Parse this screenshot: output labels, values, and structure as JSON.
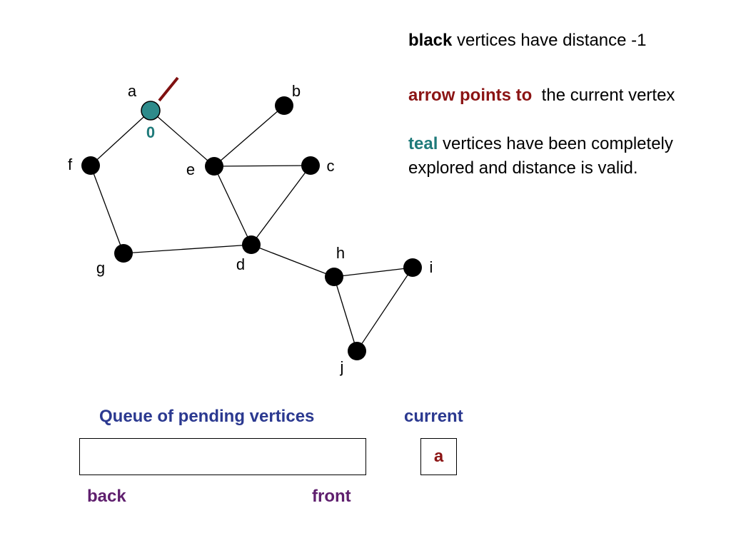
{
  "colors": {
    "vertex_unvisited": "#000000",
    "vertex_explored": "#2E8B8B",
    "pointer": "#7F1010",
    "keyword_red": "#8B1414",
    "keyword_teal": "#1F7A7A",
    "title_blue": "#2B3990",
    "end_purple": "#5F1F6E",
    "edge": "#000000"
  },
  "graph": {
    "vertices": [
      {
        "id": "a",
        "label": "a",
        "state": "explored",
        "distance": "0"
      },
      {
        "id": "b",
        "label": "b",
        "state": "unvisited"
      },
      {
        "id": "c",
        "label": "c",
        "state": "unvisited"
      },
      {
        "id": "d",
        "label": "d",
        "state": "unvisited"
      },
      {
        "id": "e",
        "label": "e",
        "state": "unvisited"
      },
      {
        "id": "f",
        "label": "f",
        "state": "unvisited"
      },
      {
        "id": "g",
        "label": "g",
        "state": "unvisited"
      },
      {
        "id": "h",
        "label": "h",
        "state": "unvisited"
      },
      {
        "id": "i",
        "label": "i",
        "state": "unvisited"
      },
      {
        "id": "j",
        "label": "j",
        "state": "unvisited"
      }
    ],
    "edges": [
      [
        "a",
        "e"
      ],
      [
        "a",
        "f"
      ],
      [
        "b",
        "e"
      ],
      [
        "e",
        "c"
      ],
      [
        "e",
        "d"
      ],
      [
        "c",
        "d"
      ],
      [
        "f",
        "g"
      ],
      [
        "g",
        "d"
      ],
      [
        "d",
        "h"
      ],
      [
        "h",
        "i"
      ],
      [
        "h",
        "j"
      ],
      [
        "i",
        "j"
      ]
    ],
    "current_vertex": "a"
  },
  "legend": {
    "line1_keyword": "black",
    "line1_text": " vertices have distance -1",
    "line2_keyword": "arrow points to",
    "line2_text": "  the current vertex",
    "line3_keyword": "teal",
    "line3_text": "  vertices have been completely explored and distance is valid."
  },
  "queue": {
    "title": "Queue of pending vertices",
    "items": [],
    "back_label": "back",
    "front_label": "front"
  },
  "current": {
    "title": "current",
    "value": "a"
  }
}
